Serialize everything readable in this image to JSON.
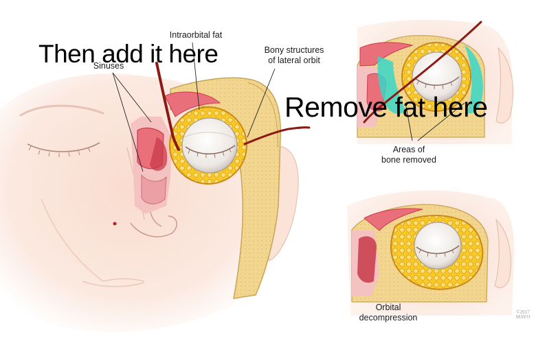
{
  "labels": {
    "intraorbital_fat": "Intraorbital fat",
    "bony_structures": "Bony structures\nof lateral orbit",
    "sinuses": "Sinuses",
    "areas_removed": "Areas of\nbone removed",
    "orbital_decompression": "Orbital\ndecompression"
  },
  "annotations": {
    "then_add": "Then add it here",
    "remove_fat": "Remove fat here"
  },
  "copyright": {
    "year": "©2017",
    "org": "MAYO"
  },
  "colors": {
    "skin": "#fbe6dc",
    "bone": "#f2d58f",
    "fat": "#f7c928",
    "sinus": "#e9707b",
    "sinus_dark": "#c83a4a",
    "removed_bone": "#38d6c8",
    "annotation_ink": "#8b1a14"
  }
}
